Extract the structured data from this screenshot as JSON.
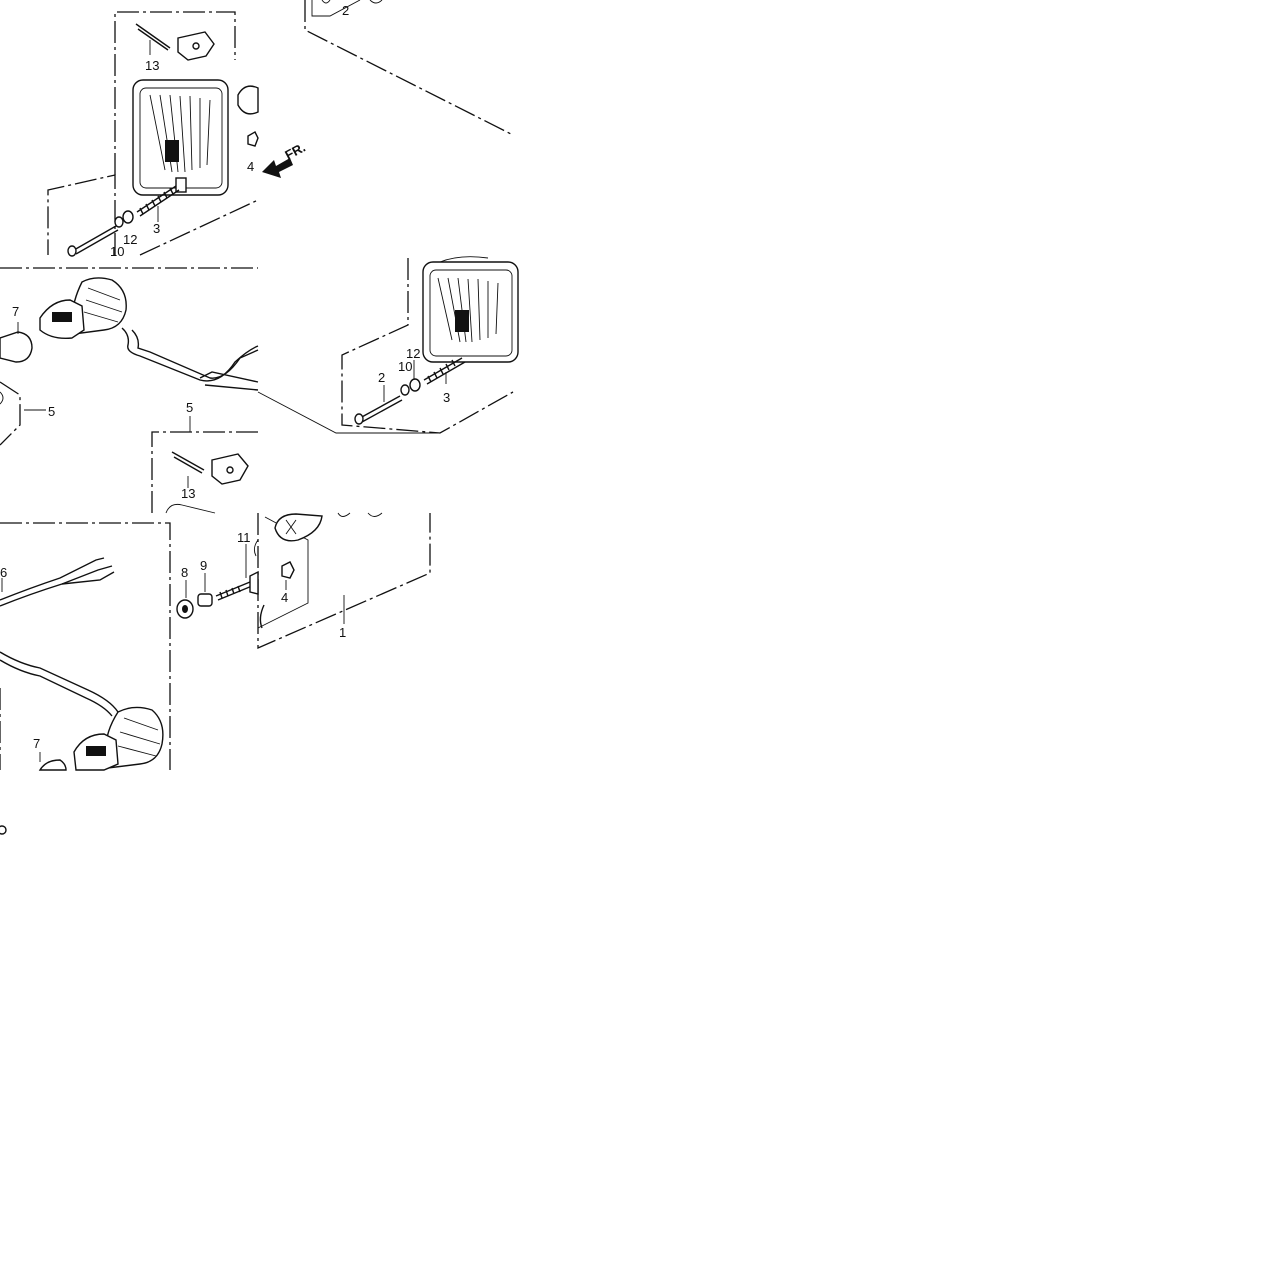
{
  "diagram": {
    "callouts": {
      "t_2": "2",
      "t_13": "13",
      "t_4": "4",
      "t_12": "12",
      "t_10": "10",
      "t_3": "3",
      "m_7": "7",
      "m_5_left": "5",
      "m_5_top": "5",
      "m_13": "13",
      "r_12": "12",
      "r_10": "10",
      "r_2": "2",
      "r_3": "3",
      "b_6": "6",
      "b_8": "8",
      "b_9": "9",
      "b_11": "11",
      "b_4": "4",
      "b_1": "1",
      "b_7": "7"
    },
    "front_arrow_label": "FR."
  }
}
